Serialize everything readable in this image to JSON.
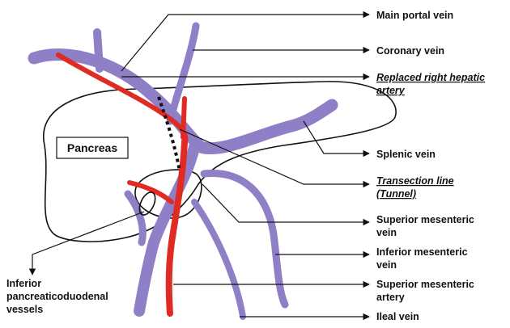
{
  "diagram": {
    "pancreas_label": "Pancreas",
    "labels": {
      "main_portal_vein": "Main portal vein",
      "coronary_vein": "Coronary vein",
      "replaced_right_hepatic_artery_1": "Replaced right hepatic",
      "replaced_right_hepatic_artery_2": "artery",
      "splenic_vein": "Splenic vein",
      "transection_line_1": "Transection line",
      "transection_line_2": "(Tunnel)",
      "superior_mesenteric_vein_1": "Superior mesenteric",
      "superior_mesenteric_vein_2": "vein",
      "inferior_mesenteric_vein_1": "Inferior mesenteric",
      "inferior_mesenteric_vein_2": "vein",
      "superior_mesenteric_artery_1": "Superior mesenteric",
      "superior_mesenteric_artery_2": "artery",
      "ileal_vein": "Ileal vein",
      "inferior_pancreaticoduodenal_1": "Inferior",
      "inferior_pancreaticoduodenal_2": "pancreaticoduodenal",
      "inferior_pancreaticoduodenal_3": "vessels"
    },
    "colors": {
      "vein": "#8f7fc7",
      "artery": "#e02a24",
      "outline": "#111111"
    }
  }
}
